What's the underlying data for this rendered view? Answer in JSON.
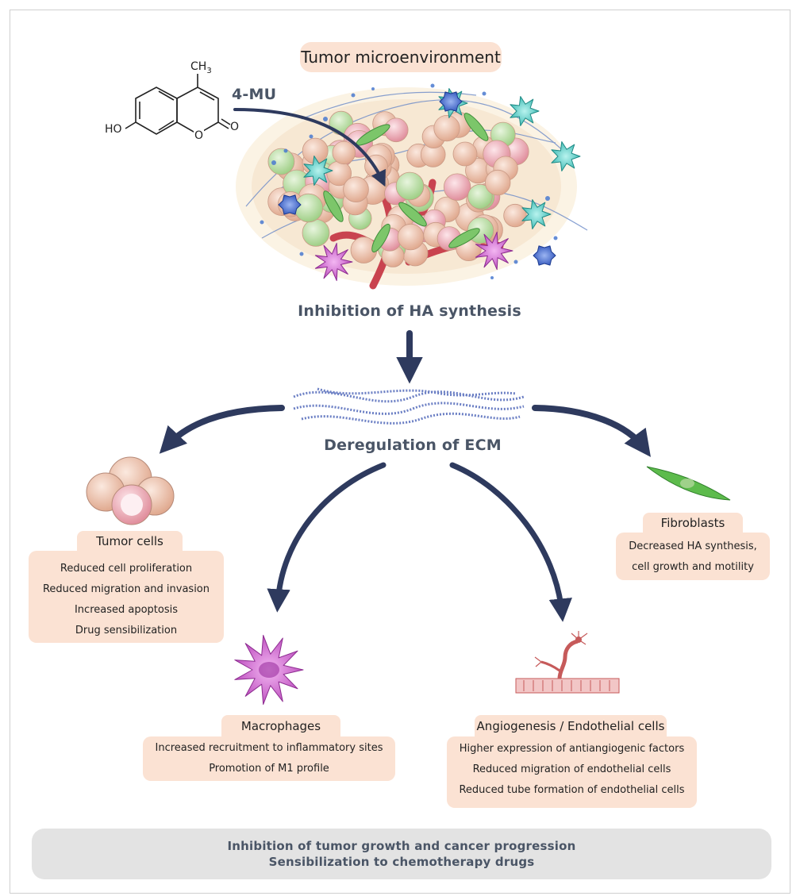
{
  "header": {
    "title": "Tumor microenvironment"
  },
  "molecule": {
    "ch3": "CH",
    "ch3_sub": "3",
    "ho": "HO",
    "o_ring": "O",
    "o_carbonyl": "O"
  },
  "drug_label": "4-MU",
  "step1": "Inhibition of HA synthesis",
  "step2": "Deregulation of ECM",
  "tumor_cells": {
    "title": "Tumor cells",
    "effects": [
      "Reduced cell proliferation",
      "Reduced migration and invasion",
      "Increased apoptosis",
      "Drug sensibilization"
    ]
  },
  "fibroblasts": {
    "title": "Fibroblasts",
    "effects": [
      "Decreased HA synthesis,",
      "cell growth and motility"
    ]
  },
  "macrophages": {
    "title": "Macrophages",
    "effects": [
      "Increased recruitment to inflammatory sites",
      "Promotion of M1 profile"
    ]
  },
  "angiogenesis": {
    "title": "Angiogenesis / Endothelial cells",
    "effects": [
      "Higher expression of antiangiogenic factors",
      "Reduced migration of endothelial cells",
      "Reduced tube formation of endothelial cells"
    ]
  },
  "outcome": {
    "line1": "Inhibition of tumor growth and cancer progression",
    "line2": "Sensibilization to chemotherapy drugs"
  },
  "colors": {
    "arrow": "#2e3a5e",
    "box": "#fbe2d3",
    "bold_text": "#4a5566",
    "outcome_box": "#e3e3e3"
  }
}
